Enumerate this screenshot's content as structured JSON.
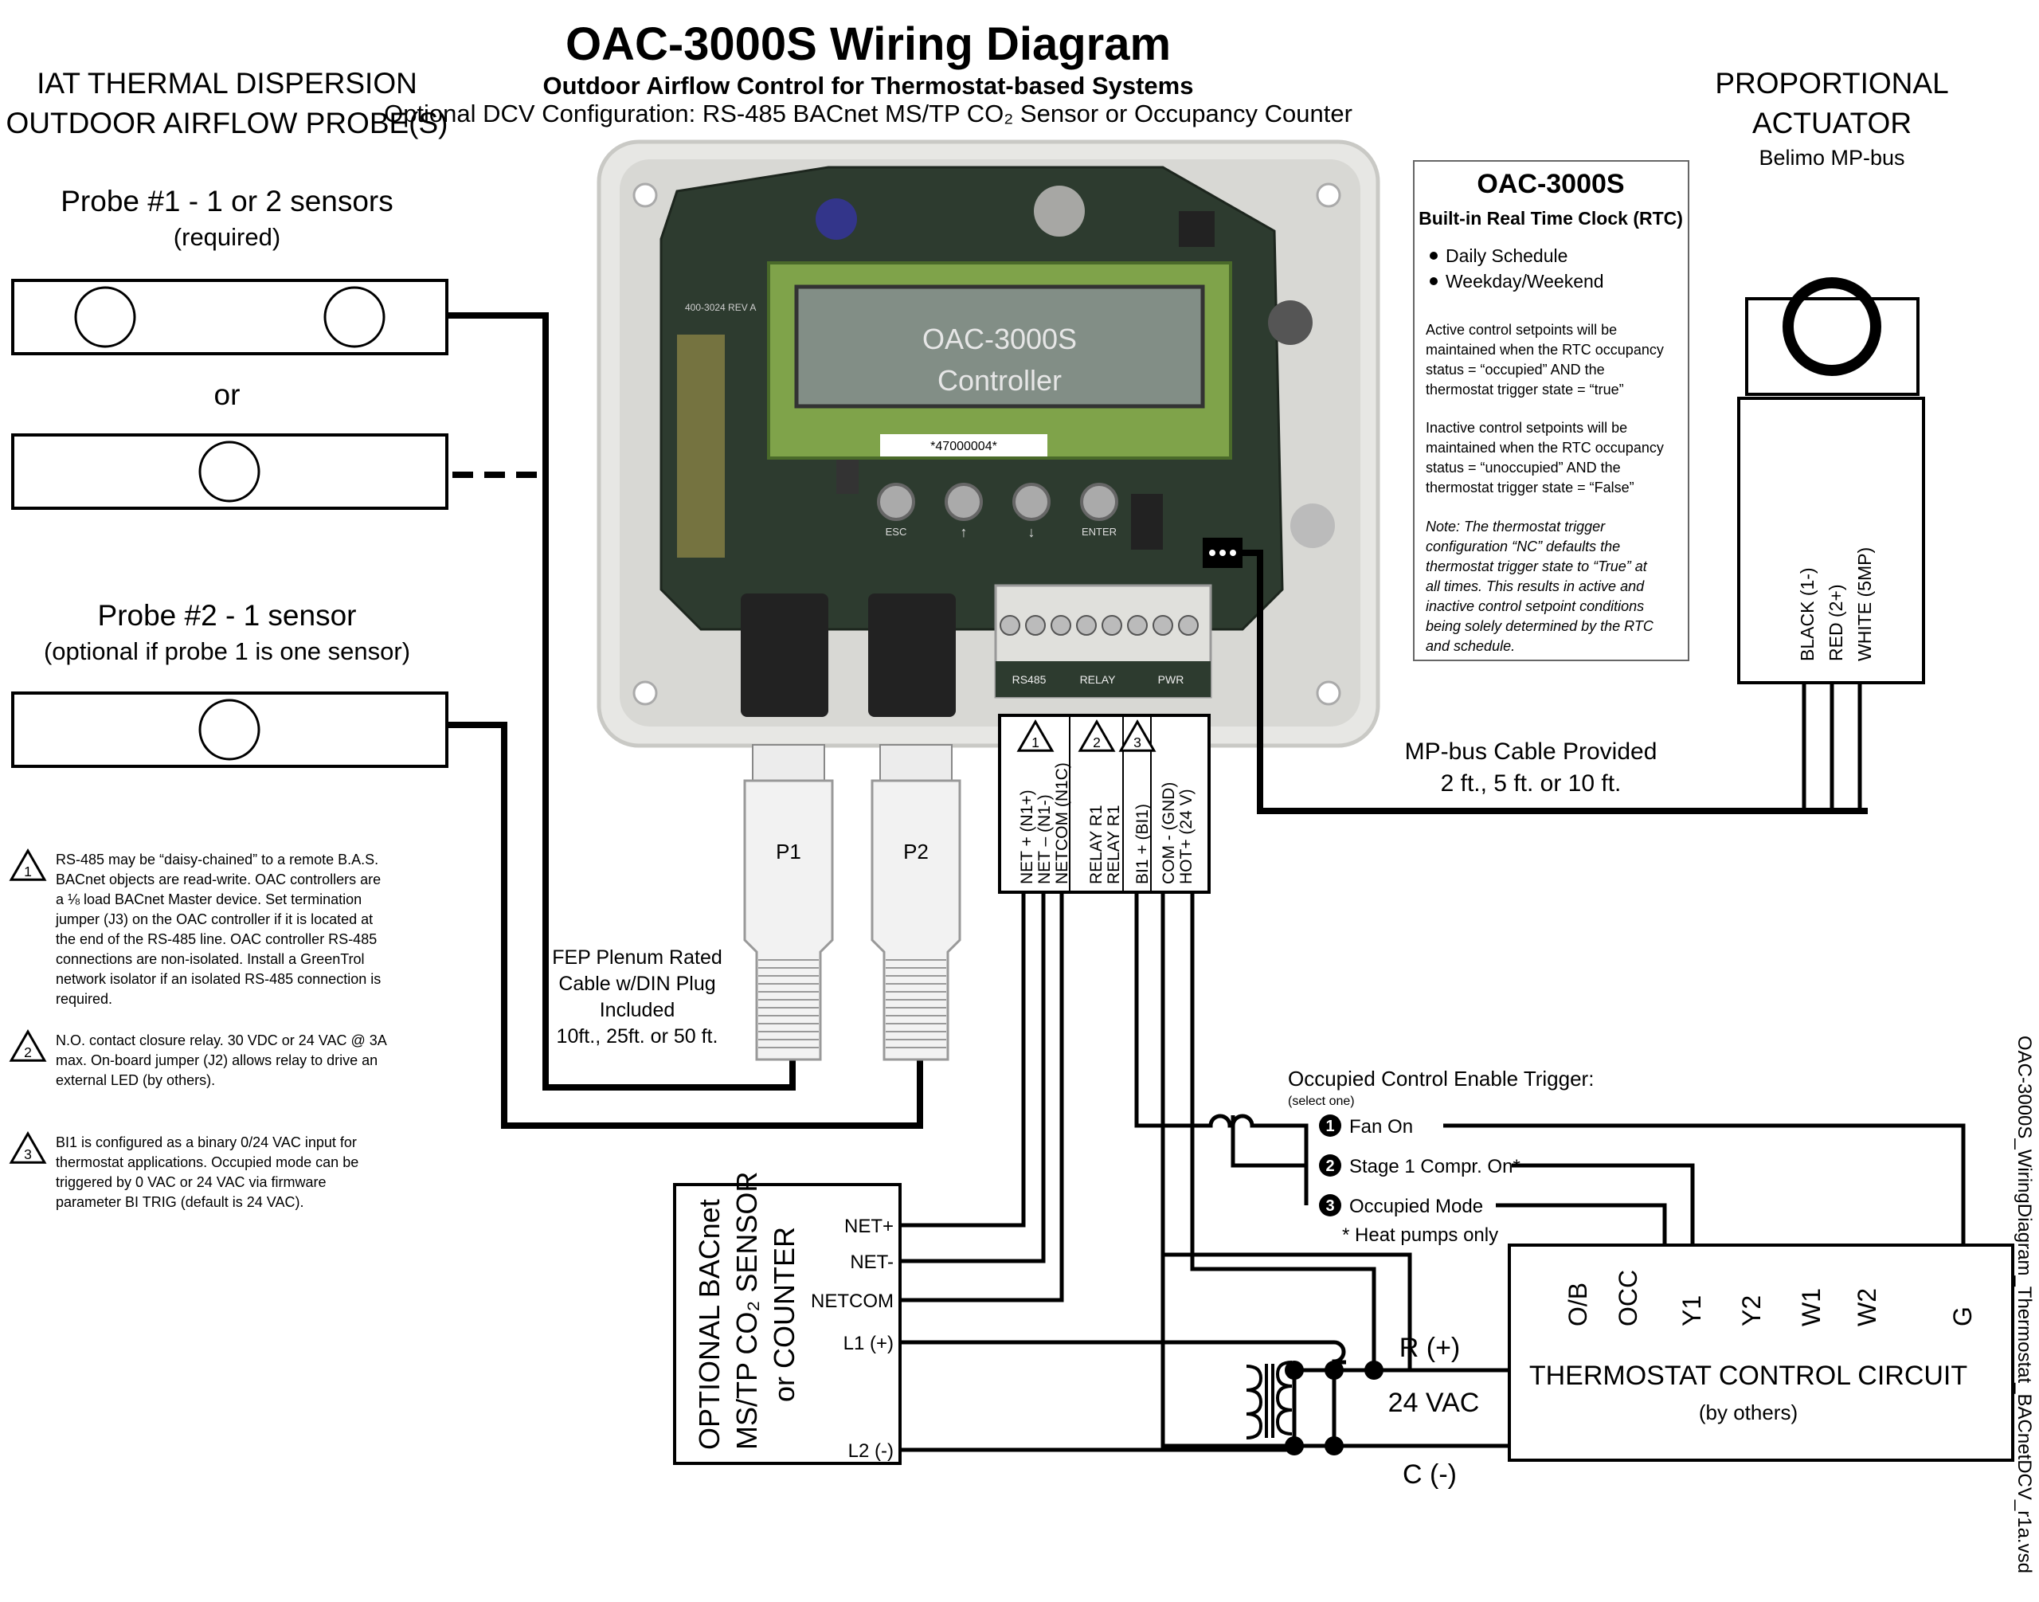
{
  "title": "OAC-3000S Wiring Diagram",
  "subtitle": "Outdoor Airflow Control for Thermostat-based Systems",
  "subtitle2": "Optional DCV Configuration: RS-485 BACnet MS/TP CO₂ Sensor or Occupancy Counter",
  "probes": {
    "heading1": "IAT THERMAL DISPERSION",
    "heading2": "OUTDOOR AIRFLOW PROBE(S)",
    "probe1_title": "Probe #1 - 1 or 2 sensors",
    "probe1_note": "(required)",
    "or": "or",
    "probe2_title": "Probe #2 - 1 sensor",
    "probe2_note": "(optional if probe 1 is one sensor)"
  },
  "actuator": {
    "heading1": "PROPORTIONAL",
    "heading2": "ACTUATOR",
    "sub": "Belimo MP-bus",
    "wire_labels": [
      "BLACK (1-)",
      "RED (2+)",
      "WHITE (5MP)"
    ],
    "cable1": "MP-bus Cable Provided",
    "cable2": "2 ft., 5 ft. or 10 ft."
  },
  "controller": {
    "lcd1": "OAC-3000S",
    "lcd2": "Controller",
    "barcode": "*47000004*",
    "buttons": [
      "ESC",
      "↑",
      "↓",
      "ENTER"
    ],
    "terminal_groups": [
      "RS485",
      "RELAY",
      "PWR"
    ],
    "board_rev": "400-3024 REV A"
  },
  "rtc_box": {
    "title": "OAC-3000S",
    "subtitle": "Built-in Real Time Clock (RTC)",
    "bullets": [
      "Daily Schedule",
      "Weekday/Weekend"
    ],
    "para1": [
      "Active control setpoints will be",
      "maintained when the RTC occupancy",
      "status = “occupied” AND the",
      "thermostat trigger state = “true”"
    ],
    "para2": [
      "Inactive control setpoints will be",
      "maintained when the RTC occupancy",
      "status = “unoccupied” AND the",
      "thermostat trigger state = “False”"
    ],
    "note": [
      "Note: The thermostat trigger",
      "configuration “NC” defaults the",
      "thermostat trigger state  to “True” at",
      "all times.  This results in active and",
      "inactive control setpoint conditions",
      "being solely determined by the RTC",
      "and schedule."
    ]
  },
  "terminal_block": {
    "markers": [
      "1",
      "2",
      "3"
    ],
    "labels": [
      "NET + (N1+)",
      "NET – (N1-)",
      "NETCOM (N1C)",
      "RELAY R1",
      "RELAY R1",
      "BI1 + (BI1)",
      "COM - (GND)",
      "HOT+ (24 V)"
    ]
  },
  "plugs": [
    "P1",
    "P2"
  ],
  "fep_cable": [
    "FEP Plenum Rated",
    "Cable w/DIN Plug",
    "Included",
    "10ft., 25ft. or 50 ft."
  ],
  "notes": [
    {
      "marker": "1",
      "lines": [
        "RS-485 may be “daisy-chained” to a remote B.A.S.",
        "BACnet objects are read-write.  OAC controllers are",
        "a ⅛ load BACnet Master device.  Set termination",
        "jumper (J3) on the OAC controller if it is located at",
        "the end of the RS-485 line.  OAC controller RS-485",
        "connections are non-isolated.  Install a GreenTrol",
        "network isolator if an isolated RS-485 connection is",
        "required."
      ]
    },
    {
      "marker": "2",
      "lines": [
        "N.O. contact closure relay.  30 VDC or 24 VAC @ 3A",
        "max.  On-board jumper (J2) allows relay to drive an",
        "external LED (by others)."
      ]
    },
    {
      "marker": "3",
      "lines": [
        "BI1 is configured as a binary 0/24 VAC input for",
        "thermostat applications.  Occupied mode can be",
        "triggered by 0 VAC or 24 VAC via firmware",
        "parameter BI TRIG (default is 24 VAC)."
      ]
    }
  ],
  "sensor_box": {
    "title1": "OPTIONAL BACnet",
    "title2": "MS/TP CO₂ SENSOR",
    "title3": "or COUNTER",
    "terminals": [
      "NET+",
      "NET-",
      "NETCOM",
      "L1 (+)",
      "L2 (-)"
    ]
  },
  "trigger": {
    "title": "Occupied Control Enable Trigger:",
    "sub": "(select one)",
    "options": [
      {
        "num": "1",
        "label": "Fan On"
      },
      {
        "num": "2",
        "label": "Stage 1 Compr. On*"
      },
      {
        "num": "3",
        "label": "Occupied Mode"
      }
    ],
    "footnote": "* Heat pumps only"
  },
  "power": {
    "r": "R (+)",
    "vac": "24 VAC",
    "c": "C (-)"
  },
  "thermostat": {
    "terminals": [
      "O/B",
      "OCC",
      "Y1",
      "Y2",
      "W1",
      "W2",
      "G"
    ],
    "title": "THERMOSTAT CONTROL CIRCUIT",
    "sub": "(by others)"
  },
  "filename": "OAC-3000S_WiringDiagram_Thermostat_BACnetDCV_r1a.vsd"
}
